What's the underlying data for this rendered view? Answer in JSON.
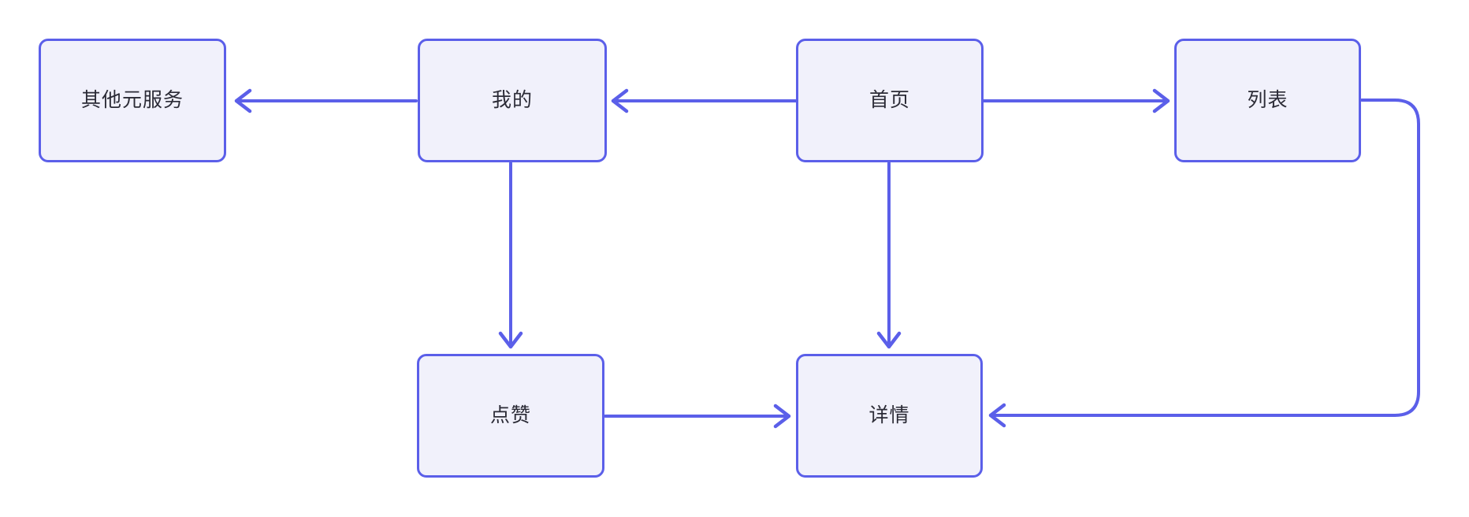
{
  "diagram": {
    "type": "flowchart",
    "background_color": "#ffffff",
    "accent_color": "#5B5FE9",
    "node_fill_color": "#F1F1FB",
    "node_text_color": "#2B2B36"
  },
  "nodes": [
    {
      "id": "other-services",
      "label": "其他元服务"
    },
    {
      "id": "mine",
      "label": "我的"
    },
    {
      "id": "home",
      "label": "首页"
    },
    {
      "id": "list",
      "label": "列表"
    },
    {
      "id": "like",
      "label": "点赞"
    },
    {
      "id": "detail",
      "label": "详情"
    }
  ],
  "edges": [
    {
      "from": "我的",
      "to": "其他元服务",
      "direction": "left"
    },
    {
      "from": "首页",
      "to": "我的",
      "direction": "left"
    },
    {
      "from": "首页",
      "to": "列表",
      "direction": "right"
    },
    {
      "from": "我的",
      "to": "点赞",
      "direction": "down"
    },
    {
      "from": "首页",
      "to": "详情",
      "direction": "down"
    },
    {
      "from": "点赞",
      "to": "详情",
      "direction": "right"
    },
    {
      "from": "列表",
      "to": "详情",
      "direction": "right-down-left"
    }
  ]
}
